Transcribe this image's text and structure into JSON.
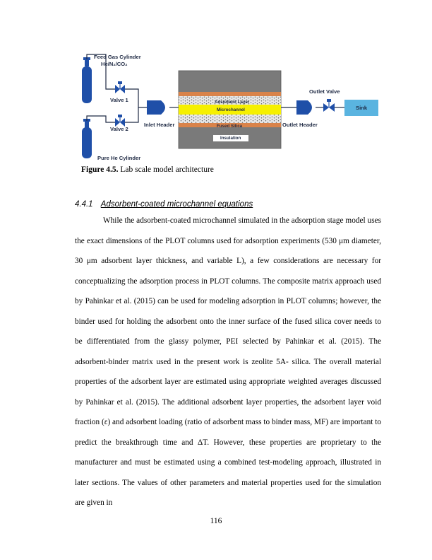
{
  "figure": {
    "labels": {
      "feed_cylinder_line1": "Feed Gas Cylinder",
      "feed_cylinder_line2": "He/N₂/CO₂",
      "valve1": "Valve 1",
      "valve2": "Valve 2",
      "inlet_header": "Inlet Header",
      "pure_he_cylinder": "Pure He Cylinder",
      "adsorbent_layer": "Adsorbent Layer",
      "microchannel": "Microchannel",
      "fused_silica": "Fused Silica",
      "insulation": "Insulation",
      "outlet_valve": "Outlet Valve",
      "outlet_header": "Outlet Header",
      "sink": "Sink"
    },
    "colors": {
      "cylinder_blue": "#1f4fa8",
      "label_navy": "#1f2a44",
      "insulation_gray": "#7a7a7a",
      "fused_silica_orange": "#d9834a",
      "microchannel_yellow": "#f6f000",
      "sink_light_blue": "#5ab4e0"
    }
  },
  "caption": {
    "label": "Figure 4.5.",
    "text": "Lab scale model architecture"
  },
  "section": {
    "number": "4.4.1",
    "title": "Adsorbent-coated microchannel equations"
  },
  "paragraph": {
    "text": "While the adsorbent-coated microchannel simulated in the adsorption stage model uses the exact dimensions of the PLOT columns used for adsorption experiments (530 μm diameter, 30 μm adsorbent layer thickness, and variable L), a few considerations are necessary for conceptualizing the adsorption process in PLOT columns. The composite matrix approach used by Pahinkar et al. (2015) can be used for modeling adsorption in PLOT columns; however, the binder used for holding the adsorbent onto the inner surface of the fused silica cover needs to be differentiated from the glassy polymer, PEI selected by Pahinkar et al. (2015). The adsorbent-binder matrix used in the present work is zeolite 5A- silica. The overall material properties of the adsorbent layer are estimated using appropriate weighted averages discussed by Pahinkar et al. (2015). The additional adsorbent layer properties, the adsorbent layer void fraction (ε) and adsorbent loading (ratio of adsorbent mass to binder mass, MF) are important to predict the breakthrough time and ΔT. However, these properties are proprietary to the manufacturer and must be estimated using a combined test-modeling approach, illustrated in later sections. The values of other parameters and material properties used for the simulation are given in"
  },
  "page_number": "116"
}
